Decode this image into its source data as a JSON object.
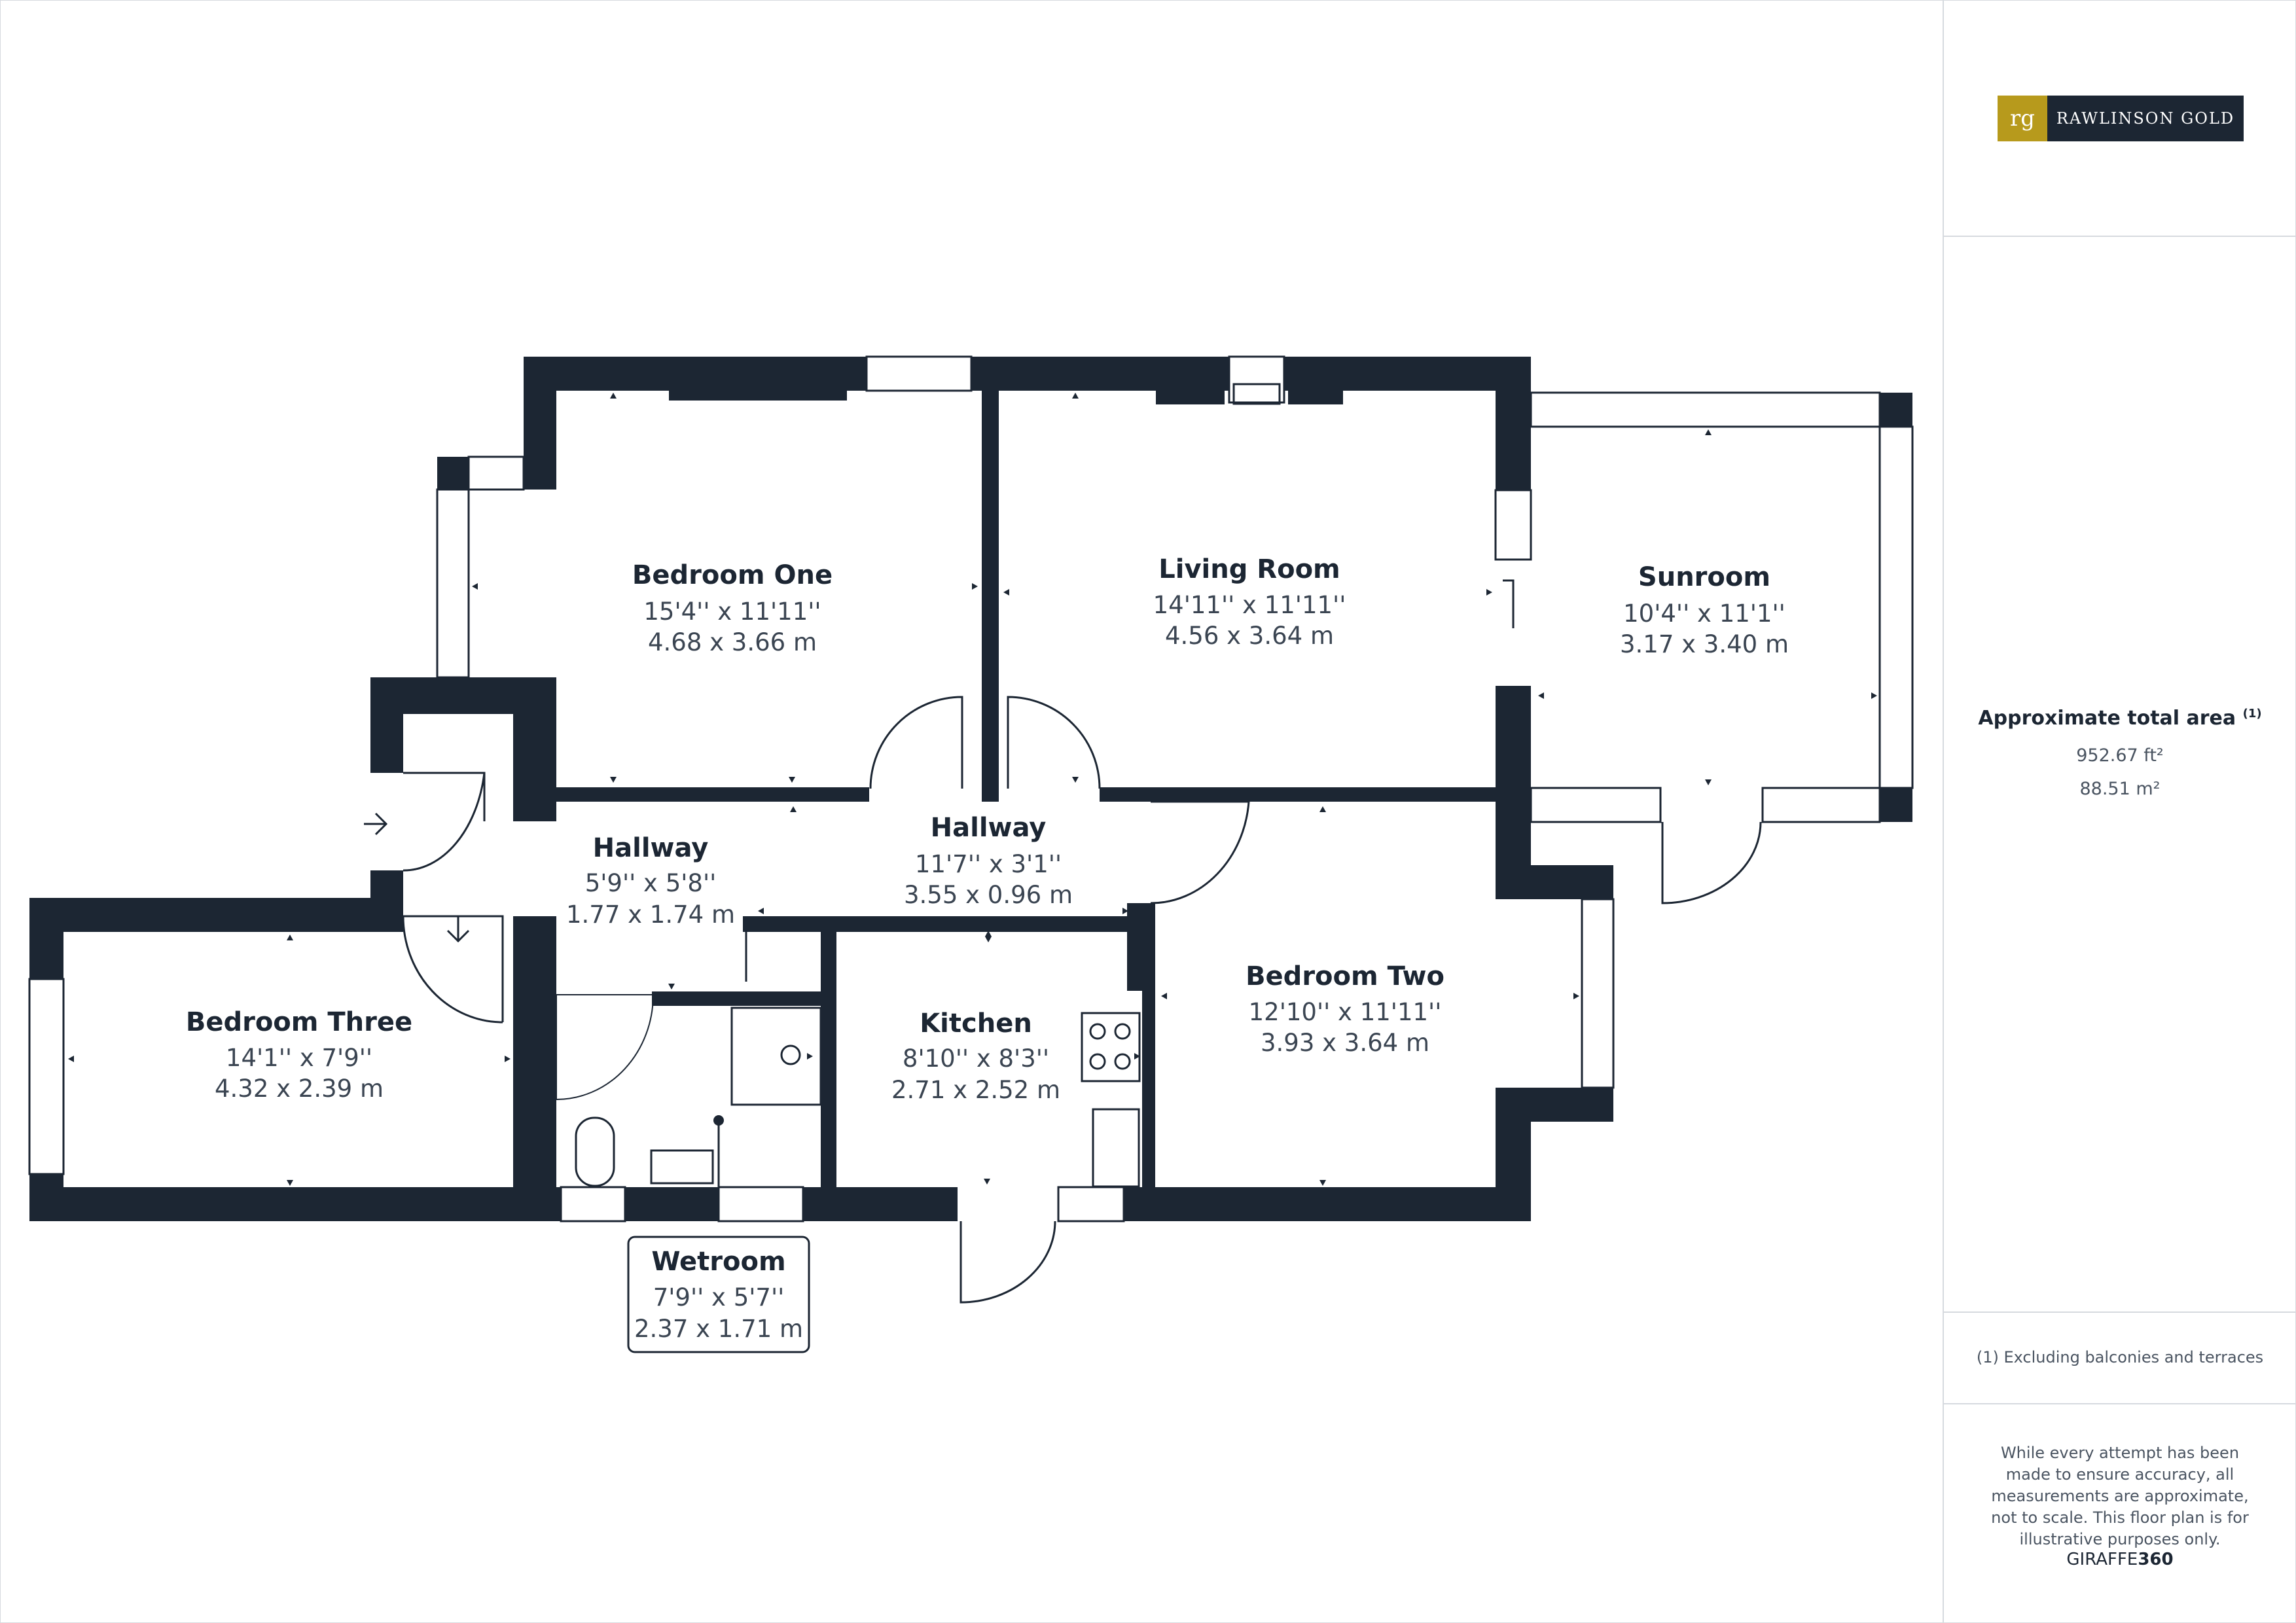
{
  "rooms": {
    "bedroom_one": {
      "name": "Bedroom One",
      "imperial": "15'4'' x 11'11''",
      "metric": "4.68 x 3.66 m"
    },
    "living_room": {
      "name": "Living Room",
      "imperial": "14'11'' x 11'11''",
      "metric": "4.56 x 3.64 m"
    },
    "sunroom": {
      "name": "Sunroom",
      "imperial": "10'4'' x 11'1''",
      "metric": "3.17 x 3.40 m"
    },
    "hallway_left": {
      "name": "Hallway",
      "imperial": "5'9'' x 5'8''",
      "metric": "1.77 x 1.74 m"
    },
    "hallway_center": {
      "name": "Hallway",
      "imperial": "11'7'' x 3'1''",
      "metric": "3.55 x 0.96 m"
    },
    "bedroom_three": {
      "name": "Bedroom Three",
      "imperial": "14'1'' x 7'9''",
      "metric": "4.32 x 2.39 m"
    },
    "kitchen": {
      "name": "Kitchen",
      "imperial": "8'10'' x 8'3''",
      "metric": "2.71 x 2.52 m"
    },
    "bedroom_two": {
      "name": "Bedroom Two",
      "imperial": "12'10'' x 11'11''",
      "metric": "3.93 x 3.64 m"
    },
    "wetroom": {
      "name": "Wetroom",
      "imperial": "7'9'' x 5'7''",
      "metric": "2.37 x 1.71 m"
    }
  },
  "brand": {
    "logo_mark": "rg",
    "logo_name": "RAWLINSON GOLD"
  },
  "area": {
    "title": "Approximate total area",
    "note_marker": "(1)",
    "sqft": "952.67 ft²",
    "sqm": "88.51 m²"
  },
  "footnote": "(1) Excluding balconies and terraces",
  "disclaimer": "While every attempt has been made to ensure accuracy, all measurements are approximate, not to scale. This floor plan is for illustrative purposes only.",
  "credit": {
    "prefix": "GIRAFFE",
    "suffix": "360"
  },
  "colors": {
    "wall": "#1c2633",
    "logo_gold": "#b79a1c",
    "text": "#1c2633"
  }
}
